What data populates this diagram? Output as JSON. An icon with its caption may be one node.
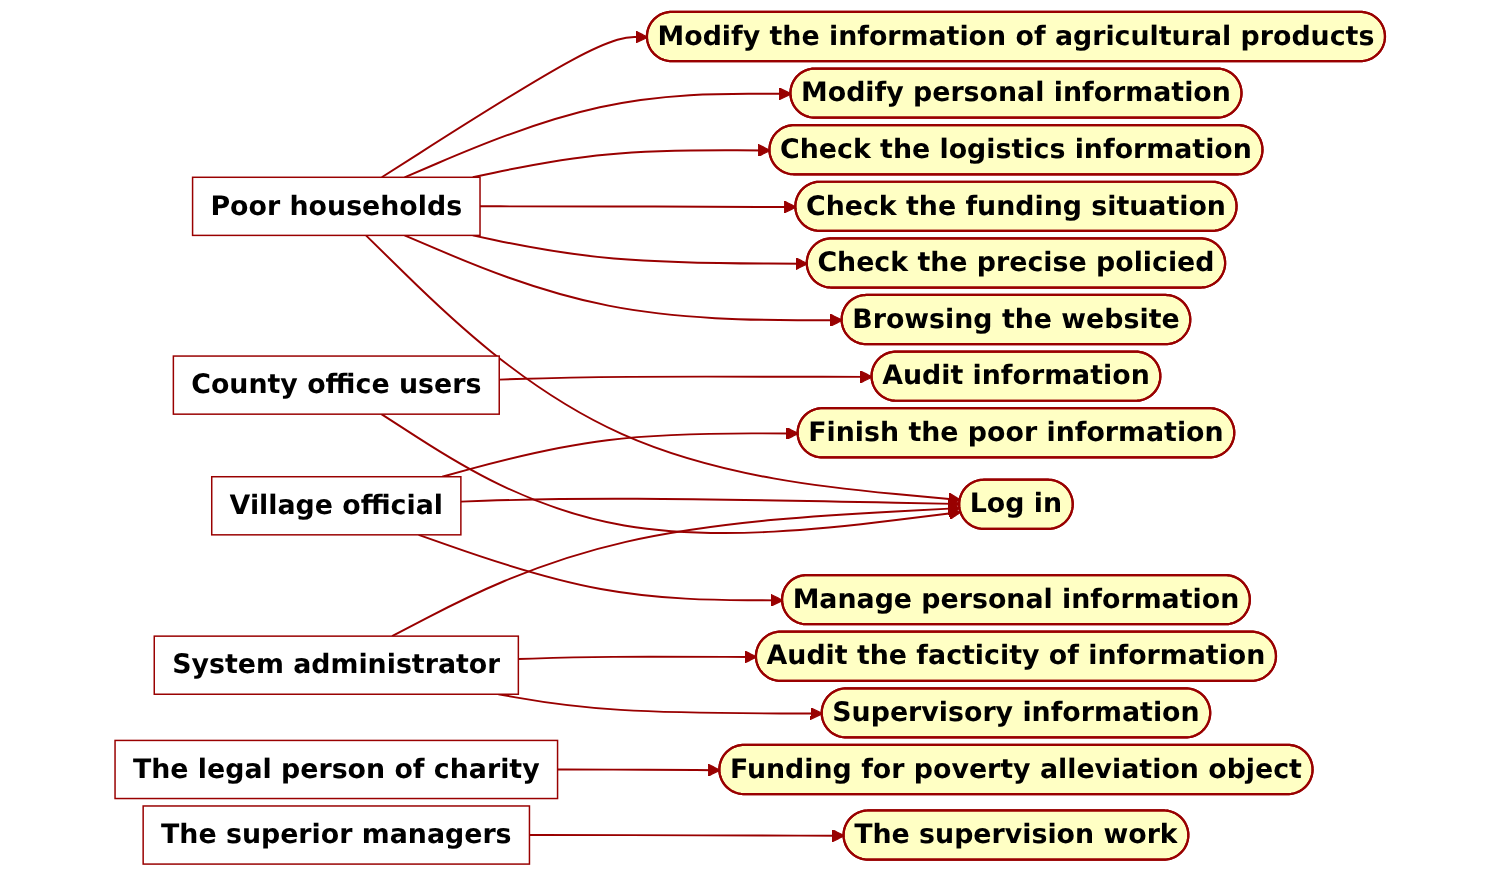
{
  "diagram": {
    "nodes": [
      {
        "text": [
          "Poor households"
        ]
      },
      {
        "text": [
          "Browsing the website"
        ]
      },
      {
        "text": [
          "Check the precise policied"
        ]
      },
      {
        "text": [
          "Log in"
        ]
      },
      {
        "text": [
          "Check the funding situation"
        ]
      },
      {
        "text": [
          "Check the logistics information"
        ]
      },
      {
        "text": [
          "Modify personal information"
        ]
      },
      {
        "text": [
          "Modify the information of agricultural products"
        ]
      },
      {
        "text": [
          "Village official"
        ]
      },
      {
        "text": [
          "System administrator"
        ]
      },
      {
        "text": [
          "County office users"
        ]
      },
      {
        "text": [
          "The legal person of charity"
        ]
      },
      {
        "text": [
          "The superior managers"
        ]
      },
      {
        "text": [
          "Manage personal information"
        ]
      },
      {
        "text": [
          "Finish the poor information"
        ]
      },
      {
        "text": [
          "Supervisory information"
        ]
      },
      {
        "text": [
          "Audit the facticity of information"
        ]
      },
      {
        "text": [
          "Audit information"
        ]
      },
      {
        "text": [
          "Funding for poverty alleviation object"
        ]
      },
      {
        "text": [
          "The supervision work"
        ]
      }
    ],
    "edges": [
      {
        "from": 0,
        "to": 1,
        "arrow": "to"
      },
      {
        "from": 0,
        "to": 2,
        "arrow": "to"
      },
      {
        "from": 0,
        "to": 3,
        "arrow": "to"
      },
      {
        "from": 0,
        "to": 4,
        "arrow": "to"
      },
      {
        "from": 0,
        "to": 5,
        "arrow": "to"
      },
      {
        "from": 0,
        "to": 6,
        "arrow": "to"
      },
      {
        "from": 0,
        "to": 7,
        "arrow": "to"
      },
      {
        "from": 8,
        "to": 3,
        "arrow": "to"
      },
      {
        "from": 8,
        "to": 13,
        "arrow": "to"
      },
      {
        "from": 8,
        "to": 14,
        "arrow": "to"
      },
      {
        "from": 9,
        "to": 3,
        "arrow": "to"
      },
      {
        "from": 9,
        "to": 15,
        "arrow": "to"
      },
      {
        "from": 9,
        "to": 16,
        "arrow": "to"
      },
      {
        "from": 10,
        "to": 3,
        "arrow": "to"
      },
      {
        "from": 10,
        "to": 17,
        "arrow": "to"
      },
      {
        "from": 11,
        "to": 18,
        "arrow": "to"
      },
      {
        "from": 12,
        "to": 19,
        "arrow": "to"
      }
    ]
  }
}
